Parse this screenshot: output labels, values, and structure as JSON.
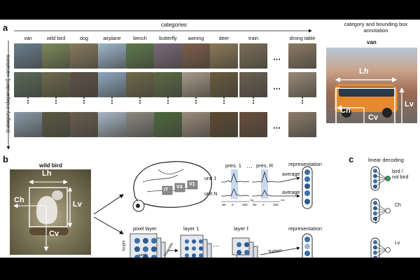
{
  "panel_a": {
    "label": "a",
    "categories_header": "categories",
    "variations_label": "(category-independent) variations",
    "categories": [
      "van",
      "wild bird",
      "dog",
      "airplane",
      "bench",
      "butterfly",
      "awning",
      "deer",
      "train",
      "dining table"
    ],
    "annotation_title": "category and bounding box annotation",
    "annotation_category": "van",
    "annotation_labels": {
      "lh": "Lh",
      "lv": "Lv",
      "ch": "Ch",
      "cv": "Cv"
    },
    "thumb_colors": [
      [
        "#6a7f8f",
        "#7d8a5b",
        "#8a7a5e",
        "#9eb6cc",
        "#5e7a4c",
        "#7a6a78",
        "#7e5d4c",
        "#8b7a56",
        "#7d6e5a",
        "#8e7a66"
      ],
      [
        "#5a6a58",
        "#6d6a4c",
        "#5f5248",
        "#8fa7c0",
        "#6e6a4a",
        "#5d6a44",
        "#a89a8a",
        "#6a5c3e",
        "#6c6052",
        "#9a8a78"
      ],
      [
        "#8a9aa8",
        "#5c5a44",
        "#6a5e50",
        "#a9b7c6",
        "#8a8a80",
        "#4f6a3e",
        "#9c8c7c",
        "#5e4a32",
        "#6a4e3c",
        "#8c7c6c"
      ]
    ]
  },
  "panel_b": {
    "label": "b",
    "image_title": "wild bird",
    "bbox_labels": {
      "lh": "Lh",
      "lv": "Lv",
      "ch": "Ch",
      "cv": "Cv"
    },
    "brain_areas": [
      "IT",
      "V4",
      "V1"
    ],
    "units": [
      "unit 1",
      "unit N"
    ],
    "presentations": [
      "pres. 1",
      "pres. R"
    ],
    "ellipsis": "…",
    "average": "average",
    "representation": "representation",
    "pixel_layer": "pixel layer",
    "layer_1": "layer 1",
    "layer_l": "layer ℓ",
    "flatten": "flatten",
    "axes": {
      "height": "height",
      "width": "width",
      "channels": "channels"
    },
    "tick_labels": [
      "-50",
      "0",
      "250"
    ],
    "tick_unit": "ms"
  },
  "panel_c": {
    "label": "c",
    "title": "linear decoding",
    "outputs": [
      "bird /\nnot bird",
      "Ch",
      "Lv"
    ]
  },
  "colors": {
    "accent_blue": "#3d6ea8",
    "node_green": "#2fa84a",
    "window_blue": "#c8d8ee"
  }
}
